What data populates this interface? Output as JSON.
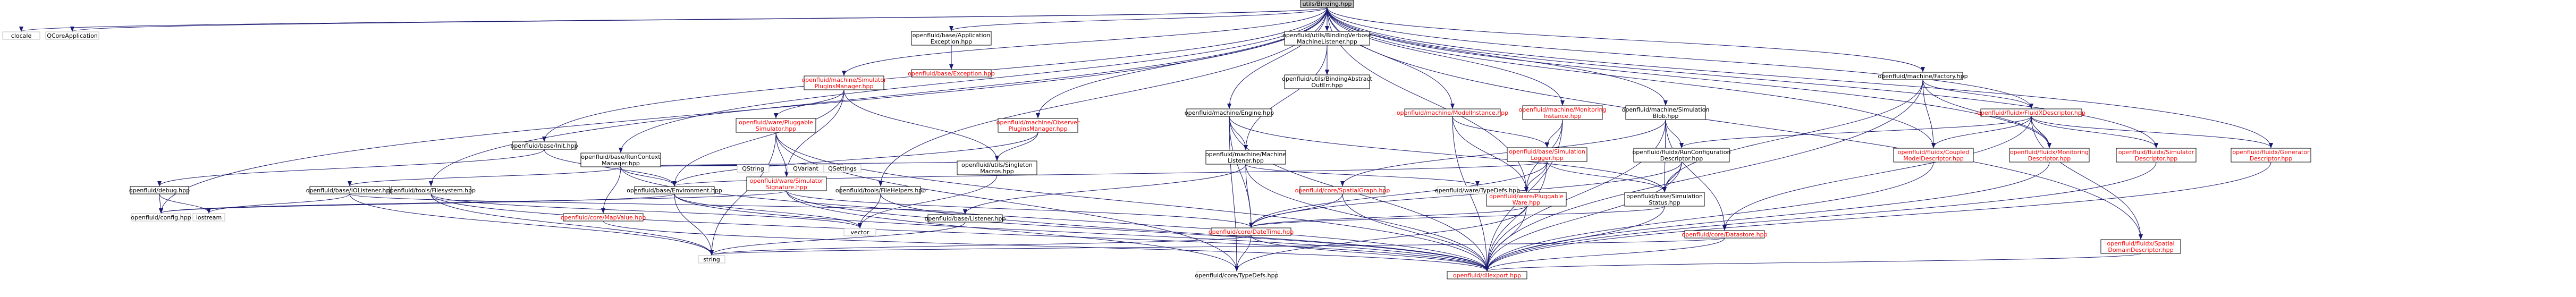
{
  "colors": {
    "edge": "#191970",
    "node_border": "#000000",
    "node_border_missing": "#bfbfbf",
    "root_fill": "#bfbfbf",
    "node_fill": "#ffffff",
    "red_text": "#ff0000"
  },
  "nodes": [
    {
      "id": "root",
      "lines": [
        "utils/Binding.hpp"
      ],
      "style": "root"
    },
    {
      "id": "clocale",
      "lines": [
        "clocale"
      ],
      "style": "missing"
    },
    {
      "id": "qcoreapp",
      "lines": [
        "QCoreApplication"
      ],
      "style": "missing"
    },
    {
      "id": "appexc",
      "lines": [
        "openfluid/base/Application",
        "Exception.hpp"
      ],
      "style": "normal"
    },
    {
      "id": "exc",
      "lines": [
        "openfluid/base/Exception.hpp"
      ],
      "style": "red"
    },
    {
      "id": "simplugmgr",
      "lines": [
        "openfluid/machine/Simulator",
        "PluginsManager.hpp"
      ],
      "style": "red"
    },
    {
      "id": "plugsim",
      "lines": [
        "openfluid/ware/Pluggable",
        "Simulator.hpp"
      ],
      "style": "red"
    },
    {
      "id": "simsig",
      "lines": [
        "openfluid/ware/Simulator",
        "Signature.hpp"
      ],
      "style": "red"
    },
    {
      "id": "obsplugmgr",
      "lines": [
        "openfluid/machine/Observer",
        "PluginsManager.hpp"
      ],
      "style": "red"
    },
    {
      "id": "singleton",
      "lines": [
        "openfluid/utils/Singleton",
        "Macros.hpp"
      ],
      "style": "normal"
    },
    {
      "id": "engine",
      "lines": [
        "openfluid/machine/Engine.hpp"
      ],
      "style": "normal"
    },
    {
      "id": "bindverb",
      "lines": [
        "openfluid/utils/BindingVerbose",
        "MachineListener.hpp"
      ],
      "style": "normal"
    },
    {
      "id": "bindabs",
      "lines": [
        "openfluid/utils/BindingAbstract",
        "OutErr.hpp"
      ],
      "style": "normal"
    },
    {
      "id": "machlist",
      "lines": [
        "openfluid/machine/Machine",
        "Listener.hpp"
      ],
      "style": "normal"
    },
    {
      "id": "modelinst",
      "lines": [
        "openfluid/machine/ModelInstance.hpp"
      ],
      "style": "red"
    },
    {
      "id": "moninst",
      "lines": [
        "openfluid/machine/Monitoring",
        "Instance.hpp"
      ],
      "style": "red"
    },
    {
      "id": "simblob",
      "lines": [
        "openfluid/machine/Simulation",
        "Blob.hpp"
      ],
      "style": "normal"
    },
    {
      "id": "simlogger",
      "lines": [
        "openfluid/base/Simulation",
        "Logger.hpp"
      ],
      "style": "red"
    },
    {
      "id": "runconf",
      "lines": [
        "openfluid/fluidx/RunConfiguration",
        "Descriptor.hpp"
      ],
      "style": "normal"
    },
    {
      "id": "plugware",
      "lines": [
        "openfluid/ware/Pluggable",
        "Ware.hpp"
      ],
      "style": "red"
    },
    {
      "id": "simstatus",
      "lines": [
        "openfluid/base/Simulation",
        "Status.hpp"
      ],
      "style": "normal"
    },
    {
      "id": "factory",
      "lines": [
        "openfluid/machine/Factory.hpp"
      ],
      "style": "normal"
    },
    {
      "id": "fluidx",
      "lines": [
        "openfluid/fluidx/FluidXDescriptor.hpp"
      ],
      "style": "red"
    },
    {
      "id": "coupled",
      "lines": [
        "openfluid/fluidx/Coupled",
        "ModelDescriptor.hpp"
      ],
      "style": "red"
    },
    {
      "id": "mondesc",
      "lines": [
        "openfluid/fluidx/Monitoring",
        "Descriptor.hpp"
      ],
      "style": "red"
    },
    {
      "id": "simdesc",
      "lines": [
        "openfluid/fluidx/Simulator",
        "Descriptor.hpp"
      ],
      "style": "red"
    },
    {
      "id": "gendesc",
      "lines": [
        "openfluid/fluidx/Generator",
        "Descriptor.hpp"
      ],
      "style": "red"
    },
    {
      "id": "spatialdom",
      "lines": [
        "openfluid/fluidx/Spatial",
        "DomainDescriptor.hpp"
      ],
      "style": "red"
    },
    {
      "id": "init",
      "lines": [
        "openfluid/base/Init.hpp"
      ],
      "style": "normal"
    },
    {
      "id": "debug",
      "lines": [
        "openfluid/debug.hpp"
      ],
      "style": "normal"
    },
    {
      "id": "config",
      "lines": [
        "openfluid/config.hpp"
      ],
      "style": "missing"
    },
    {
      "id": "iostream",
      "lines": [
        "iostream"
      ],
      "style": "missing"
    },
    {
      "id": "iolistener",
      "lines": [
        "openfluid/base/IOListener.hpp"
      ],
      "style": "normal"
    },
    {
      "id": "runctx",
      "lines": [
        "openfluid/base/RunContext",
        "Manager.hpp"
      ],
      "style": "normal"
    },
    {
      "id": "filesystem",
      "lines": [
        "openfluid/tools/Filesystem.hpp"
      ],
      "style": "normal"
    },
    {
      "id": "filehelpers",
      "lines": [
        "openfluid/tools/FileHelpers.hpp"
      ],
      "style": "normal"
    },
    {
      "id": "environment",
      "lines": [
        "openfluid/base/Environment.hpp"
      ],
      "style": "normal"
    },
    {
      "id": "qstring",
      "lines": [
        "QString"
      ],
      "style": "missing"
    },
    {
      "id": "qvariant",
      "lines": [
        "QVariant"
      ],
      "style": "missing"
    },
    {
      "id": "qsettings",
      "lines": [
        "QSettings"
      ],
      "style": "missing"
    },
    {
      "id": "mapvalue",
      "lines": [
        "openfluid/core/MapValue.hpp"
      ],
      "style": "red"
    },
    {
      "id": "spatialgraph",
      "lines": [
        "openfluid/core/SpatialGraph.hpp"
      ],
      "style": "red"
    },
    {
      "id": "waretypedefs",
      "lines": [
        "openfluid/ware/TypeDefs.hpp"
      ],
      "style": "missing"
    },
    {
      "id": "listener",
      "lines": [
        "openfluid/base/Listener.hpp"
      ],
      "style": "normal"
    },
    {
      "id": "datetime",
      "lines": [
        "openfluid/core/DateTime.hpp"
      ],
      "style": "red"
    },
    {
      "id": "datastore",
      "lines": [
        "openfluid/core/Datastore.hpp"
      ],
      "style": "red"
    },
    {
      "id": "vector",
      "lines": [
        "vector"
      ],
      "style": "missing"
    },
    {
      "id": "string",
      "lines": [
        "string"
      ],
      "style": "missing"
    },
    {
      "id": "coretypedefs",
      "lines": [
        "openfluid/core/TypeDefs.hpp"
      ],
      "style": "missing"
    },
    {
      "id": "dllexport",
      "lines": [
        "openfluid/dllexport.hpp"
      ],
      "style": "red"
    }
  ],
  "edges": [
    [
      "root",
      "clocale"
    ],
    [
      "root",
      "qcoreapp"
    ],
    [
      "root",
      "appexc"
    ],
    [
      "root",
      "simplugmgr"
    ],
    [
      "root",
      "obsplugmgr"
    ],
    [
      "root",
      "engine"
    ],
    [
      "root",
      "bindverb"
    ],
    [
      "root",
      "bindabs"
    ],
    [
      "root",
      "modelinst"
    ],
    [
      "root",
      "moninst"
    ],
    [
      "root",
      "simblob"
    ],
    [
      "root",
      "factory"
    ],
    [
      "root",
      "fluidx"
    ],
    [
      "root",
      "init"
    ],
    [
      "root",
      "runctx"
    ],
    [
      "root",
      "filesystem"
    ],
    [
      "root",
      "filehelpers"
    ],
    [
      "root",
      "config"
    ],
    [
      "root",
      "plugware"
    ],
    [
      "root",
      "simdesc"
    ],
    [
      "root",
      "gendesc"
    ],
    [
      "root",
      "spatialdom"
    ],
    [
      "root",
      "coupled"
    ],
    [
      "root",
      "mondesc"
    ],
    [
      "appexc",
      "exc"
    ],
    [
      "simplugmgr",
      "plugsim"
    ],
    [
      "simplugmgr",
      "singleton"
    ],
    [
      "simplugmgr",
      "simsig"
    ],
    [
      "simplugmgr",
      "environment"
    ],
    [
      "plugsim",
      "simsig"
    ],
    [
      "plugsim",
      "string"
    ],
    [
      "plugsim",
      "coretypedefs"
    ],
    [
      "plugsim",
      "dllexport"
    ],
    [
      "simsig",
      "datetime"
    ],
    [
      "simsig",
      "coretypedefs"
    ],
    [
      "simsig",
      "dllexport"
    ],
    [
      "simsig",
      "config"
    ],
    [
      "obsplugmgr",
      "singleton"
    ],
    [
      "obsplugmgr",
      "environment"
    ],
    [
      "singleton",
      "vector"
    ],
    [
      "engine",
      "machlist"
    ],
    [
      "engine",
      "simstatus"
    ],
    [
      "engine",
      "datetime"
    ],
    [
      "engine",
      "dllexport"
    ],
    [
      "engine",
      "coretypedefs"
    ],
    [
      "bindverb",
      "bindabs"
    ],
    [
      "bindverb",
      "machlist"
    ],
    [
      "machlist",
      "listener"
    ],
    [
      "machlist",
      "dllexport"
    ],
    [
      "machlist",
      "waretypedefs"
    ],
    [
      "machlist",
      "datetime"
    ],
    [
      "modelinst",
      "plugware"
    ],
    [
      "modelinst",
      "simlogger"
    ],
    [
      "modelinst",
      "dllexport"
    ],
    [
      "moninst",
      "simlogger"
    ],
    [
      "moninst",
      "plugware"
    ],
    [
      "moninst",
      "dllexport"
    ],
    [
      "simblob",
      "runconf"
    ],
    [
      "simblob",
      "simstatus"
    ],
    [
      "simblob",
      "spatialgraph"
    ],
    [
      "simblob",
      "datastore"
    ],
    [
      "simblob",
      "dllexport"
    ],
    [
      "simlogger",
      "plugware"
    ],
    [
      "simlogger",
      "simstatus"
    ],
    [
      "simlogger",
      "datetime"
    ],
    [
      "simlogger",
      "dllexport"
    ],
    [
      "simlogger",
      "environment"
    ],
    [
      "runconf",
      "simstatus"
    ],
    [
      "runconf",
      "datetime"
    ],
    [
      "runconf",
      "dllexport"
    ],
    [
      "plugware",
      "datetime"
    ],
    [
      "plugware",
      "dllexport"
    ],
    [
      "plugware",
      "coretypedefs"
    ],
    [
      "simstatus",
      "datetime"
    ],
    [
      "simstatus",
      "dllexport"
    ],
    [
      "factory",
      "fluidx"
    ],
    [
      "factory",
      "coupled"
    ],
    [
      "factory",
      "mondesc"
    ],
    [
      "factory",
      "dllexport"
    ],
    [
      "factory",
      "simstatus"
    ],
    [
      "fluidx",
      "runconf"
    ],
    [
      "fluidx",
      "coupled"
    ],
    [
      "fluidx",
      "mondesc"
    ],
    [
      "fluidx",
      "simdesc"
    ],
    [
      "fluidx",
      "gendesc"
    ],
    [
      "fluidx",
      "spatialdom"
    ],
    [
      "fluidx",
      "datastore"
    ],
    [
      "coupled",
      "dllexport"
    ],
    [
      "mondesc",
      "dllexport"
    ],
    [
      "simdesc",
      "dllexport"
    ],
    [
      "gendesc",
      "dllexport"
    ],
    [
      "spatialdom",
      "dllexport"
    ],
    [
      "init",
      "debug"
    ],
    [
      "init",
      "environment"
    ],
    [
      "debug",
      "config"
    ],
    [
      "debug",
      "iostream"
    ],
    [
      "iolistener",
      "iostream"
    ],
    [
      "iolistener",
      "listener"
    ],
    [
      "iolistener",
      "string"
    ],
    [
      "runctx",
      "iolistener"
    ],
    [
      "runctx",
      "environment"
    ],
    [
      "runctx",
      "qstring"
    ],
    [
      "runctx",
      "qvariant"
    ],
    [
      "runctx",
      "qsettings"
    ],
    [
      "runctx",
      "mapvalue"
    ],
    [
      "runctx",
      "singleton"
    ],
    [
      "runctx",
      "dllexport"
    ],
    [
      "filesystem",
      "string"
    ],
    [
      "filesystem",
      "vector"
    ],
    [
      "filesystem",
      "dllexport"
    ],
    [
      "filehelpers",
      "vector"
    ],
    [
      "filehelpers",
      "dllexport"
    ],
    [
      "environment",
      "string"
    ],
    [
      "environment",
      "vector"
    ],
    [
      "environment",
      "dllexport"
    ],
    [
      "environment",
      "config"
    ],
    [
      "mapvalue",
      "dllexport"
    ],
    [
      "spatialgraph",
      "dllexport"
    ],
    [
      "spatialgraph",
      "datetime"
    ],
    [
      "listener",
      "string"
    ],
    [
      "datetime",
      "string"
    ],
    [
      "datetime",
      "coretypedefs"
    ],
    [
      "datetime",
      "dllexport"
    ],
    [
      "datastore",
      "dllexport"
    ],
    [
      "datastore",
      "string"
    ]
  ]
}
